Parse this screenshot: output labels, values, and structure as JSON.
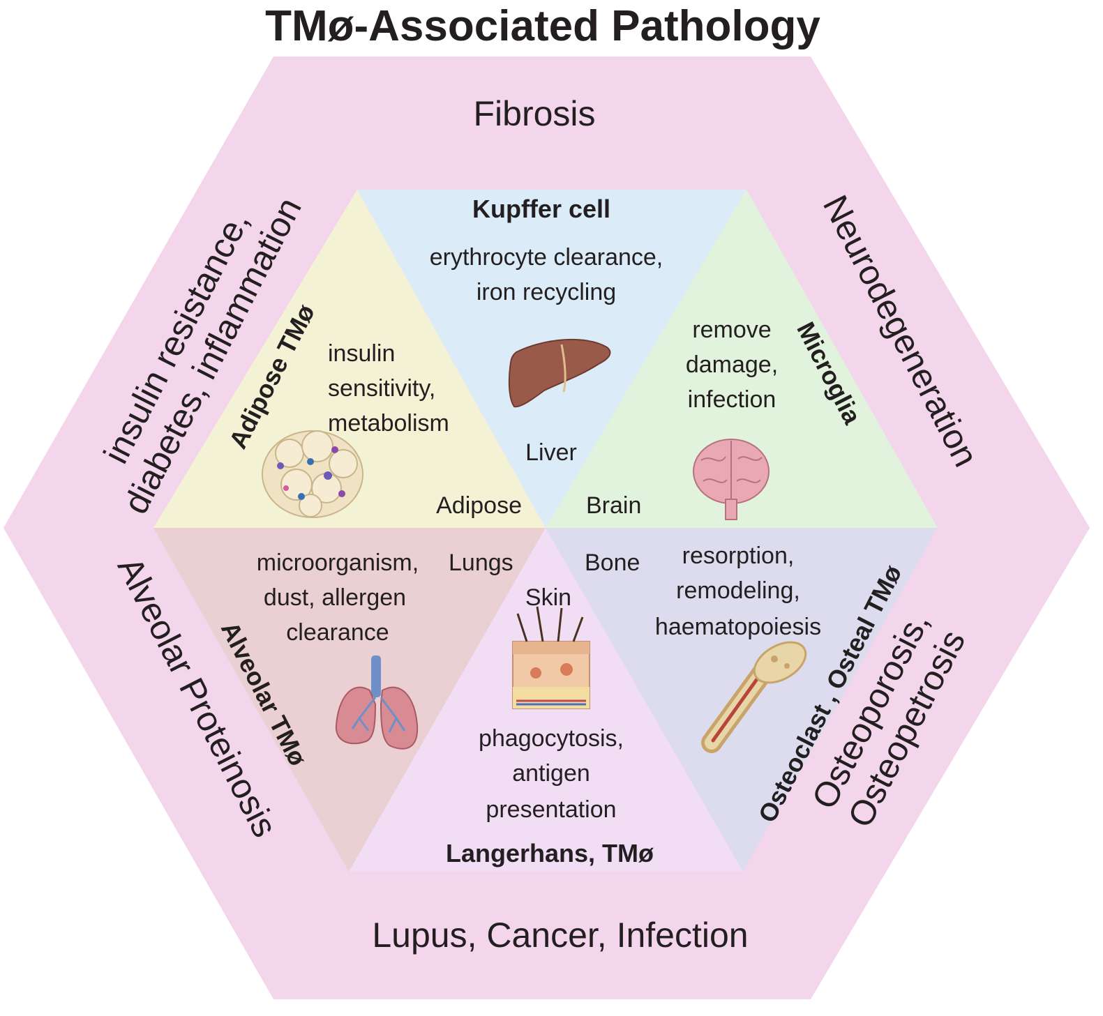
{
  "title": "TMø-Associated Pathology",
  "pathologies": {
    "top": "Fibrosis",
    "upper_left": [
      "insulin resistance,",
      "diabetes, inflammation"
    ],
    "upper_right": "Neurodegeneration",
    "lower_left": "Alveolar Proteinosis",
    "lower_right": [
      "Osteoporosis,",
      "Osteopetrosis"
    ],
    "bottom": "Lupus, Cancer, Infection"
  },
  "segments": {
    "liver": {
      "cell": "Kupffer cell",
      "function": [
        "erythrocyte clearance,",
        "iron recycling"
      ],
      "organ": "Liver",
      "icon": "liver-icon",
      "color": "#dcebf8"
    },
    "brain": {
      "cell": "Microglia",
      "function": [
        "remove",
        "damage,",
        "infection"
      ],
      "organ": "Brain",
      "icon": "brain-icon",
      "color": "#e1f3dc"
    },
    "adipose": {
      "cell": "Adipose TMø",
      "function": [
        "insulin",
        "sensitivity,",
        "metabolism"
      ],
      "organ": "Adipose",
      "icon": "adipose-tissue-icon",
      "color": "#f4f2d4"
    },
    "lungs": {
      "cell": "Alveolar TMø",
      "function": [
        "microorganism,",
        "dust, allergen",
        "clearance"
      ],
      "organ": "Lungs",
      "icon": "lungs-icon",
      "color": "#ead0d3"
    },
    "skin": {
      "cell": "Langerhans, TMø",
      "function": [
        "phagocytosis,",
        "antigen",
        "presentation"
      ],
      "organ": "Skin",
      "icon": "skin-icon",
      "color": "#f1ddf4"
    },
    "bone": {
      "cell": "Osteoclast , Osteal TMø",
      "function": [
        "resorption,",
        "remodeling,",
        "haematopoiesis"
      ],
      "organ": "Bone",
      "icon": "bone-icon",
      "color": "#dcdcee"
    }
  },
  "colors": {
    "outer_hexagon": "#f3d5ec",
    "text": "#231f20"
  }
}
